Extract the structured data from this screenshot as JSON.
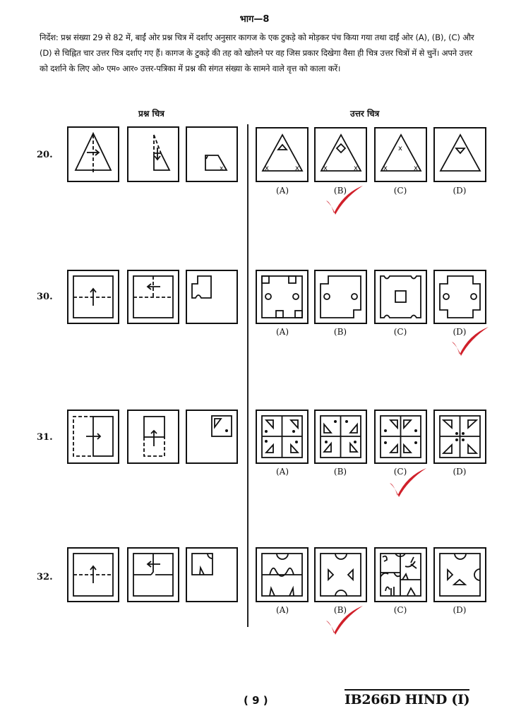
{
  "header": {
    "section": "भाग—8"
  },
  "instructions": "निर्देश: प्रश्न संख्या 29 से 82 में, बाईं ओर प्रश्न चित्र में दर्शाए अनुसार कागज के एक टुकड़े को मोड़कर पंच किया गया तथा दाईं ओर (A), (B), (C) और (D) से चिह्नित चार उत्तर चित्र दर्शाए गए हैं। कागज के टुकड़े की तह को खोलने पर वह जिस प्रकार दिखेगा वैसा ही चित्र उत्तर चित्रों में से चुनें। अपने उत्तर को दर्शाने के लिए ओ० एम० आर० उत्तर-पत्रिका में प्रश्न की संगत संख्या के सामने वाले वृत्त को काला करें।",
  "columns": {
    "problem": "प्रश्न चित्र",
    "answer": "उत्तर चित्र"
  },
  "options": [
    "(A)",
    "(B)",
    "(C)",
    "(D)"
  ],
  "questions": [
    {
      "number": "20.",
      "marked_answer": "B"
    },
    {
      "number": "30.",
      "marked_answer": "D"
    },
    {
      "number": "31.",
      "marked_answer": "C"
    },
    {
      "number": "32.",
      "marked_answer": "B"
    }
  ],
  "colors": {
    "ink": "#111111",
    "tick": "#d0202a"
  },
  "footer": {
    "page": "( 9 )",
    "code": "IB266D HIND (I)"
  }
}
